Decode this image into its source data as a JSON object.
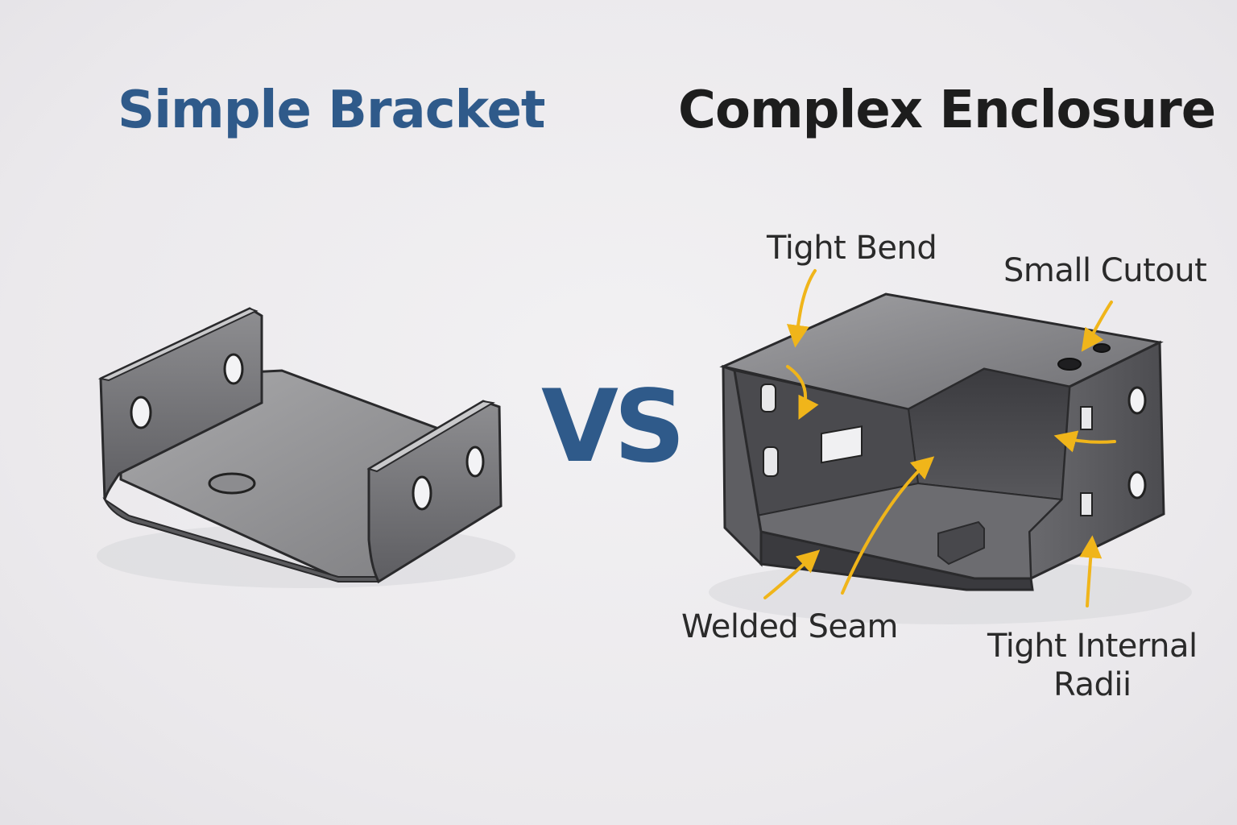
{
  "titles": {
    "left": "Simple Bracket",
    "right": "Complex Enclosure",
    "versus": "VS"
  },
  "callouts": {
    "tight_bend": "Tight Bend",
    "small_cutout": "Small Cutout",
    "welded_seam": "Welded Seam",
    "tight_internal_radii_line1": "Tight Internal",
    "tight_internal_radii_line2": "Radii"
  },
  "colors": {
    "accent_blue": "#2f5a8a",
    "arrow_yellow": "#f0b51a",
    "metal_dark": "#4a4a4d",
    "metal_light": "#9a9a9c",
    "background": "#ecebee"
  }
}
